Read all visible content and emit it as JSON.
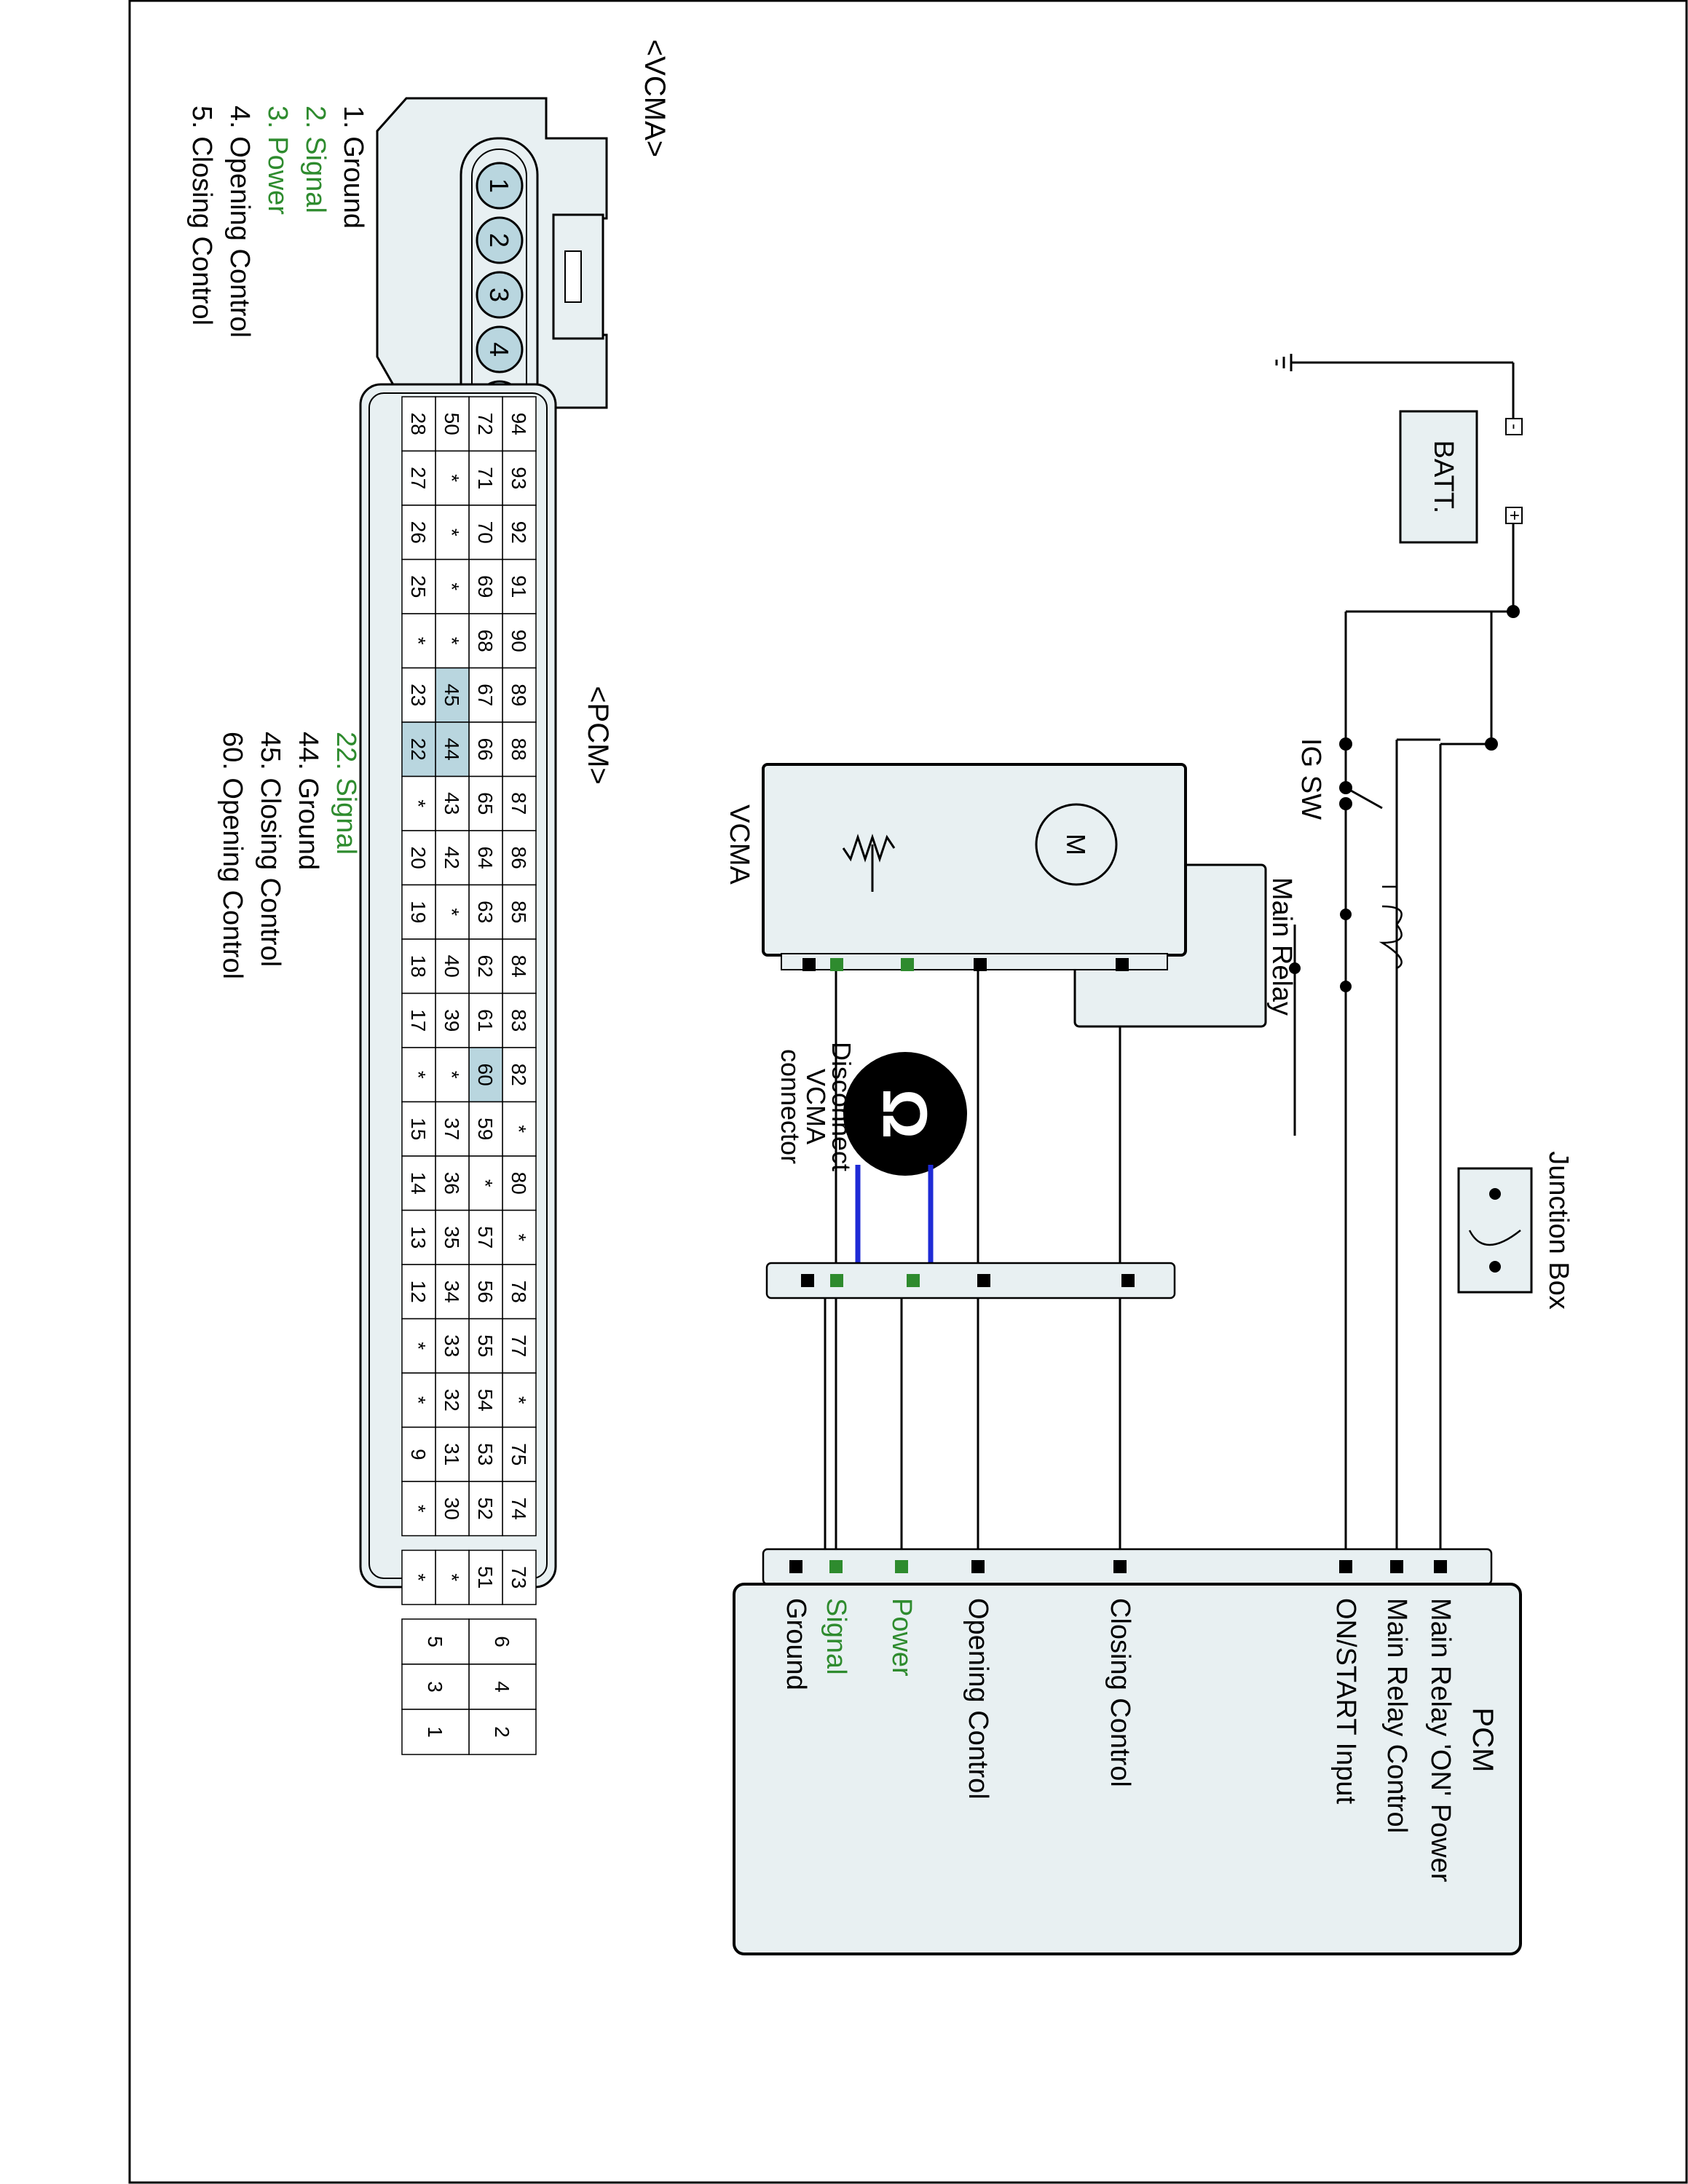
{
  "colors": {
    "panel_fill": "#e8f0f2",
    "pin_highlight": "#b9d6df",
    "signal_green": "#2e8b2e",
    "wire_blue": "#1f2bd6",
    "arrow_orange": "#f07820",
    "line_black": "#000000"
  },
  "vcma_connector": {
    "title": "<VCMA>",
    "pins": [
      "1",
      "2",
      "3",
      "4",
      "5"
    ],
    "legend": [
      {
        "text": "1. Ground",
        "green": false
      },
      {
        "text": "2. Signal",
        "green": true
      },
      {
        "text": "3. Power",
        "green": true
      },
      {
        "text": "4. Opening Control",
        "green": false
      },
      {
        "text": "5. Closing Control",
        "green": false
      }
    ]
  },
  "pcm_connector": {
    "title": "<PCM>",
    "rows": [
      [
        "94",
        "93",
        "92",
        "91",
        "90",
        "89",
        "88",
        "87",
        "86",
        "85",
        "84",
        "83",
        "82",
        "*",
        "80",
        "*",
        "78",
        "77",
        "*",
        "75",
        "74"
      ],
      [
        "72",
        "71",
        "70",
        "69",
        "68",
        "67",
        "66",
        "65",
        "64",
        "63",
        "62",
        "61",
        "60",
        "59",
        "*",
        "57",
        "56",
        "55",
        "54",
        "53",
        "52"
      ],
      [
        "50",
        "*",
        "*",
        "*",
        "*",
        "45",
        "44",
        "43",
        "42",
        "*",
        "40",
        "39",
        "*",
        "37",
        "36",
        "35",
        "34",
        "33",
        "32",
        "31",
        "30"
      ],
      [
        "28",
        "27",
        "26",
        "25",
        "*",
        "23",
        "22",
        "*",
        "20",
        "19",
        "18",
        "17",
        "*",
        "15",
        "14",
        "13",
        "12",
        "*",
        "*",
        "9",
        "*"
      ]
    ],
    "extra": [
      "73",
      "51",
      "*",
      "*"
    ],
    "small": [
      [
        "6",
        "5"
      ],
      [
        "4",
        "3"
      ],
      [
        "2",
        "1"
      ]
    ],
    "highlighted": [
      "22",
      "44",
      "45",
      "60"
    ],
    "legend": [
      {
        "text": "22. Signal",
        "green": true
      },
      {
        "text": "44. Ground",
        "green": false
      },
      {
        "text": "45. Closing Control",
        "green": false
      },
      {
        "text": "60. Opening Control",
        "green": false
      }
    ]
  },
  "schematic": {
    "batt_label": "BATT.",
    "batt_plus": "+",
    "batt_minus": "-",
    "ig_sw_label": "IG SW",
    "main_relay_label": "Main Relay",
    "junction_box_label": "Junction Box",
    "vcma_label": "VCMA",
    "motor_label": "M",
    "disconnect_label": [
      "Disconnect",
      "VCMA",
      "connector"
    ],
    "ohm_symbol": "Ω",
    "pcm_label": "PCM",
    "pcm_pins": [
      {
        "text": "ON/START Input",
        "green": false
      },
      {
        "text": "Main Relay Control",
        "green": false
      },
      {
        "text": "Main Relay  'ON' Power",
        "green": false
      },
      {
        "text": "Closing Control",
        "green": false
      },
      {
        "text": "Opening Control",
        "green": false
      },
      {
        "text": "Power",
        "green": true
      },
      {
        "text": "Signal",
        "green": true
      },
      {
        "text": "Ground",
        "green": false
      }
    ]
  }
}
